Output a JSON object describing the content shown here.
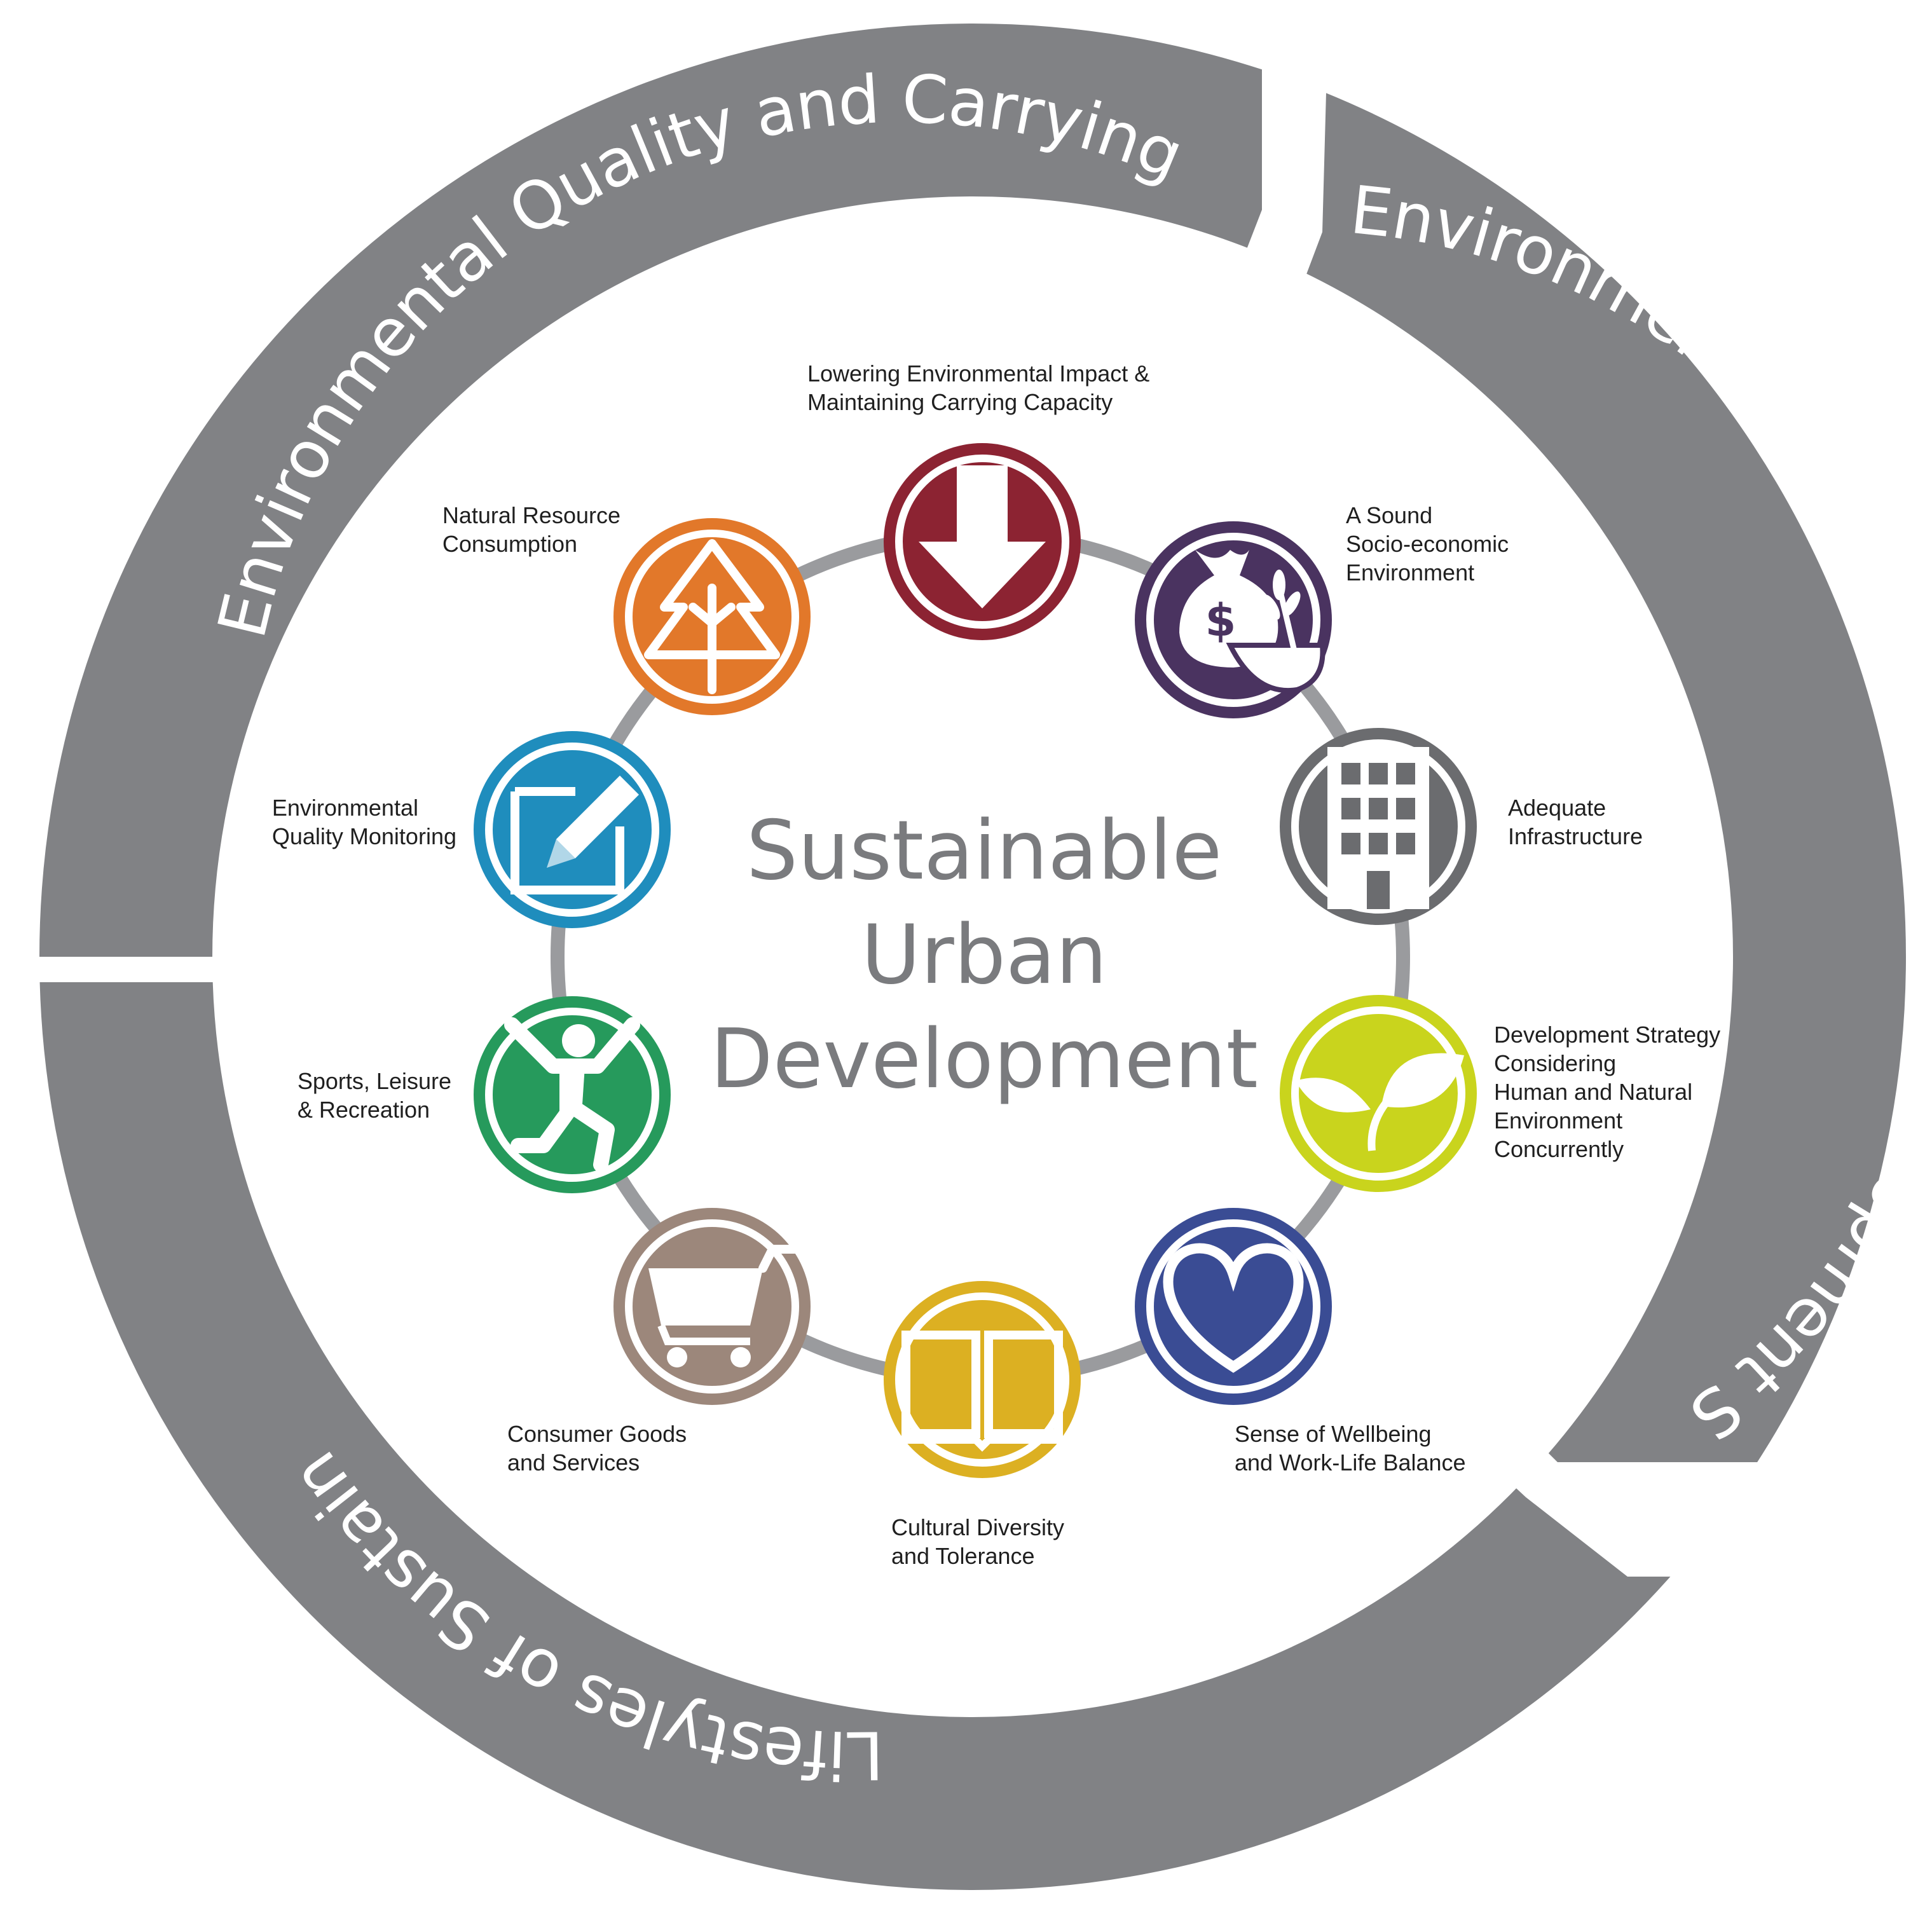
{
  "center": {
    "line1": "Sustainable",
    "line2": "Urban",
    "line3": "Development"
  },
  "outer_ring": {
    "segment_top_left": "Environmental Quality and Carrying Capacity",
    "segment_right": "Environmental Management and Development Strategy",
    "segment_bottom": "Lifestyles of Sustainability",
    "color": "#818285"
  },
  "nodes": [
    {
      "icon": "down-arrow-icon",
      "color": "#8c2332",
      "label_lines": [
        "Lowering Environmental Impact &",
        "Maintaining Carrying Capacity"
      ]
    },
    {
      "icon": "money-bag-grain-icon",
      "color": "#4a3360",
      "label_lines": [
        "A Sound",
        "Socio-economic",
        "Environment"
      ]
    },
    {
      "icon": "building-icon",
      "color": "#6b6c6f",
      "label_lines": [
        "Adequate",
        "Infrastructure"
      ]
    },
    {
      "icon": "leaf-sprout-icon",
      "color": "#c9d41d",
      "label_lines": [
        "Development Strategy",
        "Considering",
        "Human and Natural",
        "Environment",
        "Concurrently"
      ]
    },
    {
      "icon": "heart-icon",
      "color": "#3a4c94",
      "label_lines": [
        "Sense of Wellbeing",
        "and Work-Life Balance"
      ]
    },
    {
      "icon": "open-book-icon",
      "color": "#dcb022",
      "label_lines": [
        "Cultural Diversity",
        "and Tolerance"
      ]
    },
    {
      "icon": "shopping-cart-icon",
      "color": "#9c877b",
      "label_lines": [
        "Consumer Goods",
        "and Services"
      ]
    },
    {
      "icon": "running-person-icon",
      "color": "#269a5c",
      "label_lines": [
        "Sports, Leisure",
        "& Recreation"
      ]
    },
    {
      "icon": "notepad-pencil-icon",
      "color": "#1f8dbd",
      "label_lines": [
        "Environmental",
        "Quality Monitoring"
      ]
    },
    {
      "icon": "tree-icon",
      "color": "#e2782a",
      "label_lines": [
        "Natural Resource",
        "Consumption"
      ]
    }
  ],
  "inner_ring_color": "#9a9b9e"
}
